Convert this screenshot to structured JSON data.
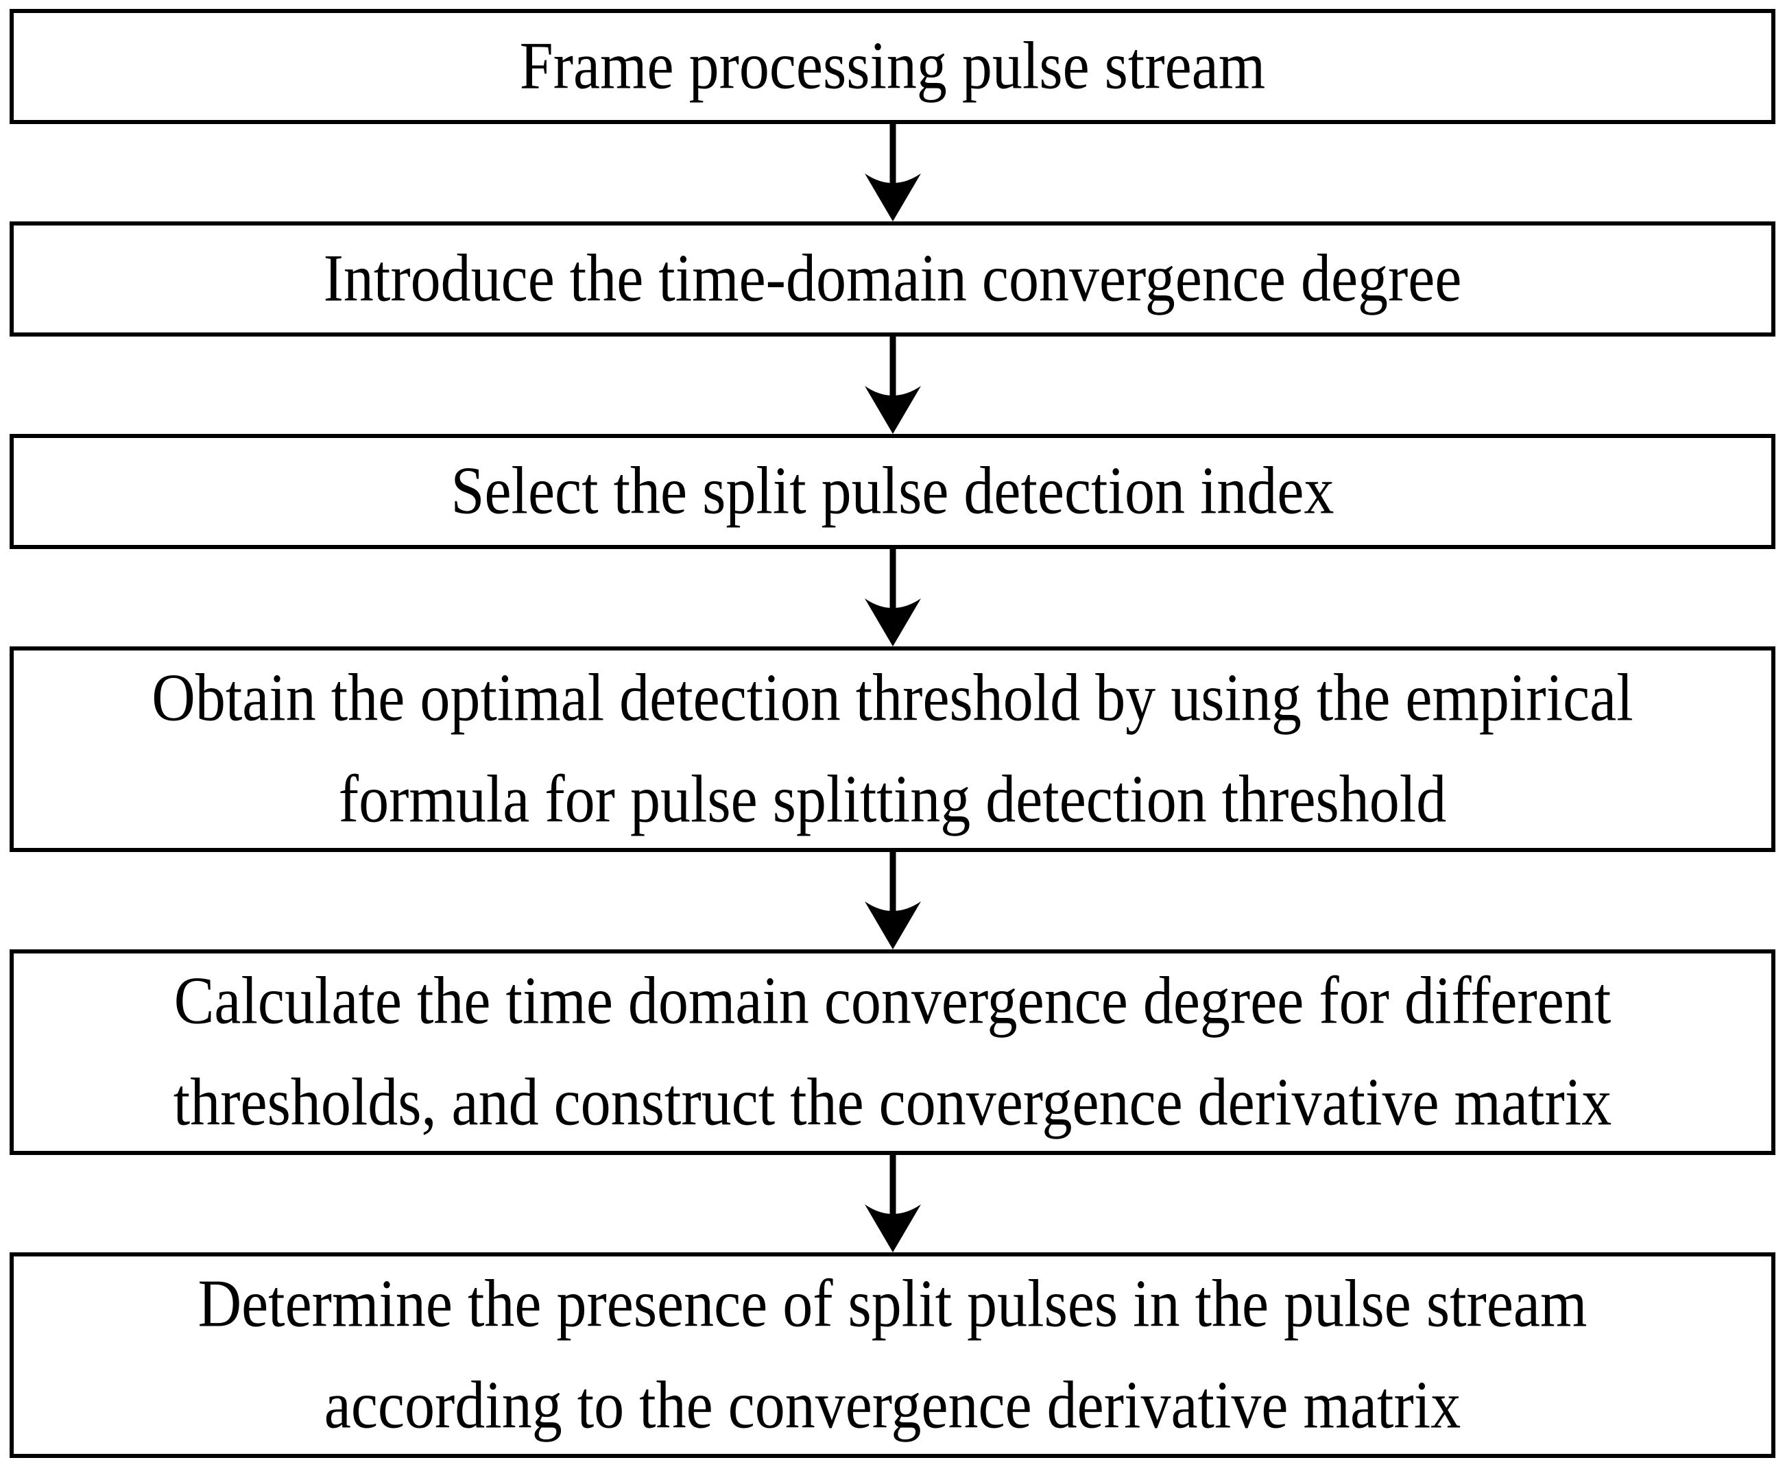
{
  "figure": {
    "type": "flowchart",
    "background_color": "#ffffff",
    "box_border_color": "#000000",
    "text_color": "#000000",
    "arrow_color": "#000000",
    "arrow_direction": "down",
    "arrow_count": 5,
    "steps": [
      {
        "id": 1,
        "text": "Frame processing pulse stream",
        "lines": [
          "Frame processing pulse stream"
        ]
      },
      {
        "id": 2,
        "text": "Introduce the time-domain convergence degree",
        "lines": [
          "Introduce the time-domain convergence degree"
        ]
      },
      {
        "id": 3,
        "text": "Select the split pulse detection index",
        "lines": [
          "Select the split pulse detection index"
        ]
      },
      {
        "id": 4,
        "text": "Obtain the optimal detection threshold by using the empirical formula for pulse splitting detection threshold",
        "lines": [
          "Obtain the optimal detection threshold by using the empirical",
          "formula for pulse splitting detection threshold"
        ]
      },
      {
        "id": 5,
        "text": "Calculate the time domain convergence degree for different thresholds, and construct the convergence derivative matrix",
        "lines": [
          "Calculate the time domain convergence degree for different",
          "thresholds, and construct the convergence derivative matrix"
        ]
      },
      {
        "id": 6,
        "text": "Determine the presence of split pulses in the pulse stream according to the convergence derivative matrix",
        "lines": [
          "Determine the presence of split pulses in the pulse stream",
          "according to the convergence derivative matrix"
        ]
      }
    ]
  }
}
